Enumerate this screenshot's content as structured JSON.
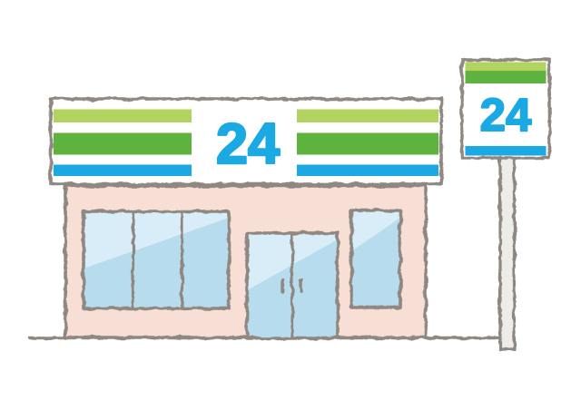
{
  "illustration": {
    "title": "24-hour convenience store",
    "awning_sign": {
      "label": "24"
    },
    "pole_sign": {
      "label": "24"
    },
    "colors": {
      "stripe_light_green": "#b2d35f",
      "stripe_green": "#5db33e",
      "stripe_blue": "#1ba9e3",
      "sign_text_blue": "#1ba9e3",
      "wall_pink": "#f7dfd6",
      "glass_light_blue": "#d9edf8",
      "glass_shade_blue": "#b7dcee",
      "outline_gray": "#8f8781",
      "pole_gray": "#eeece9",
      "background": "#ffffff"
    }
  }
}
